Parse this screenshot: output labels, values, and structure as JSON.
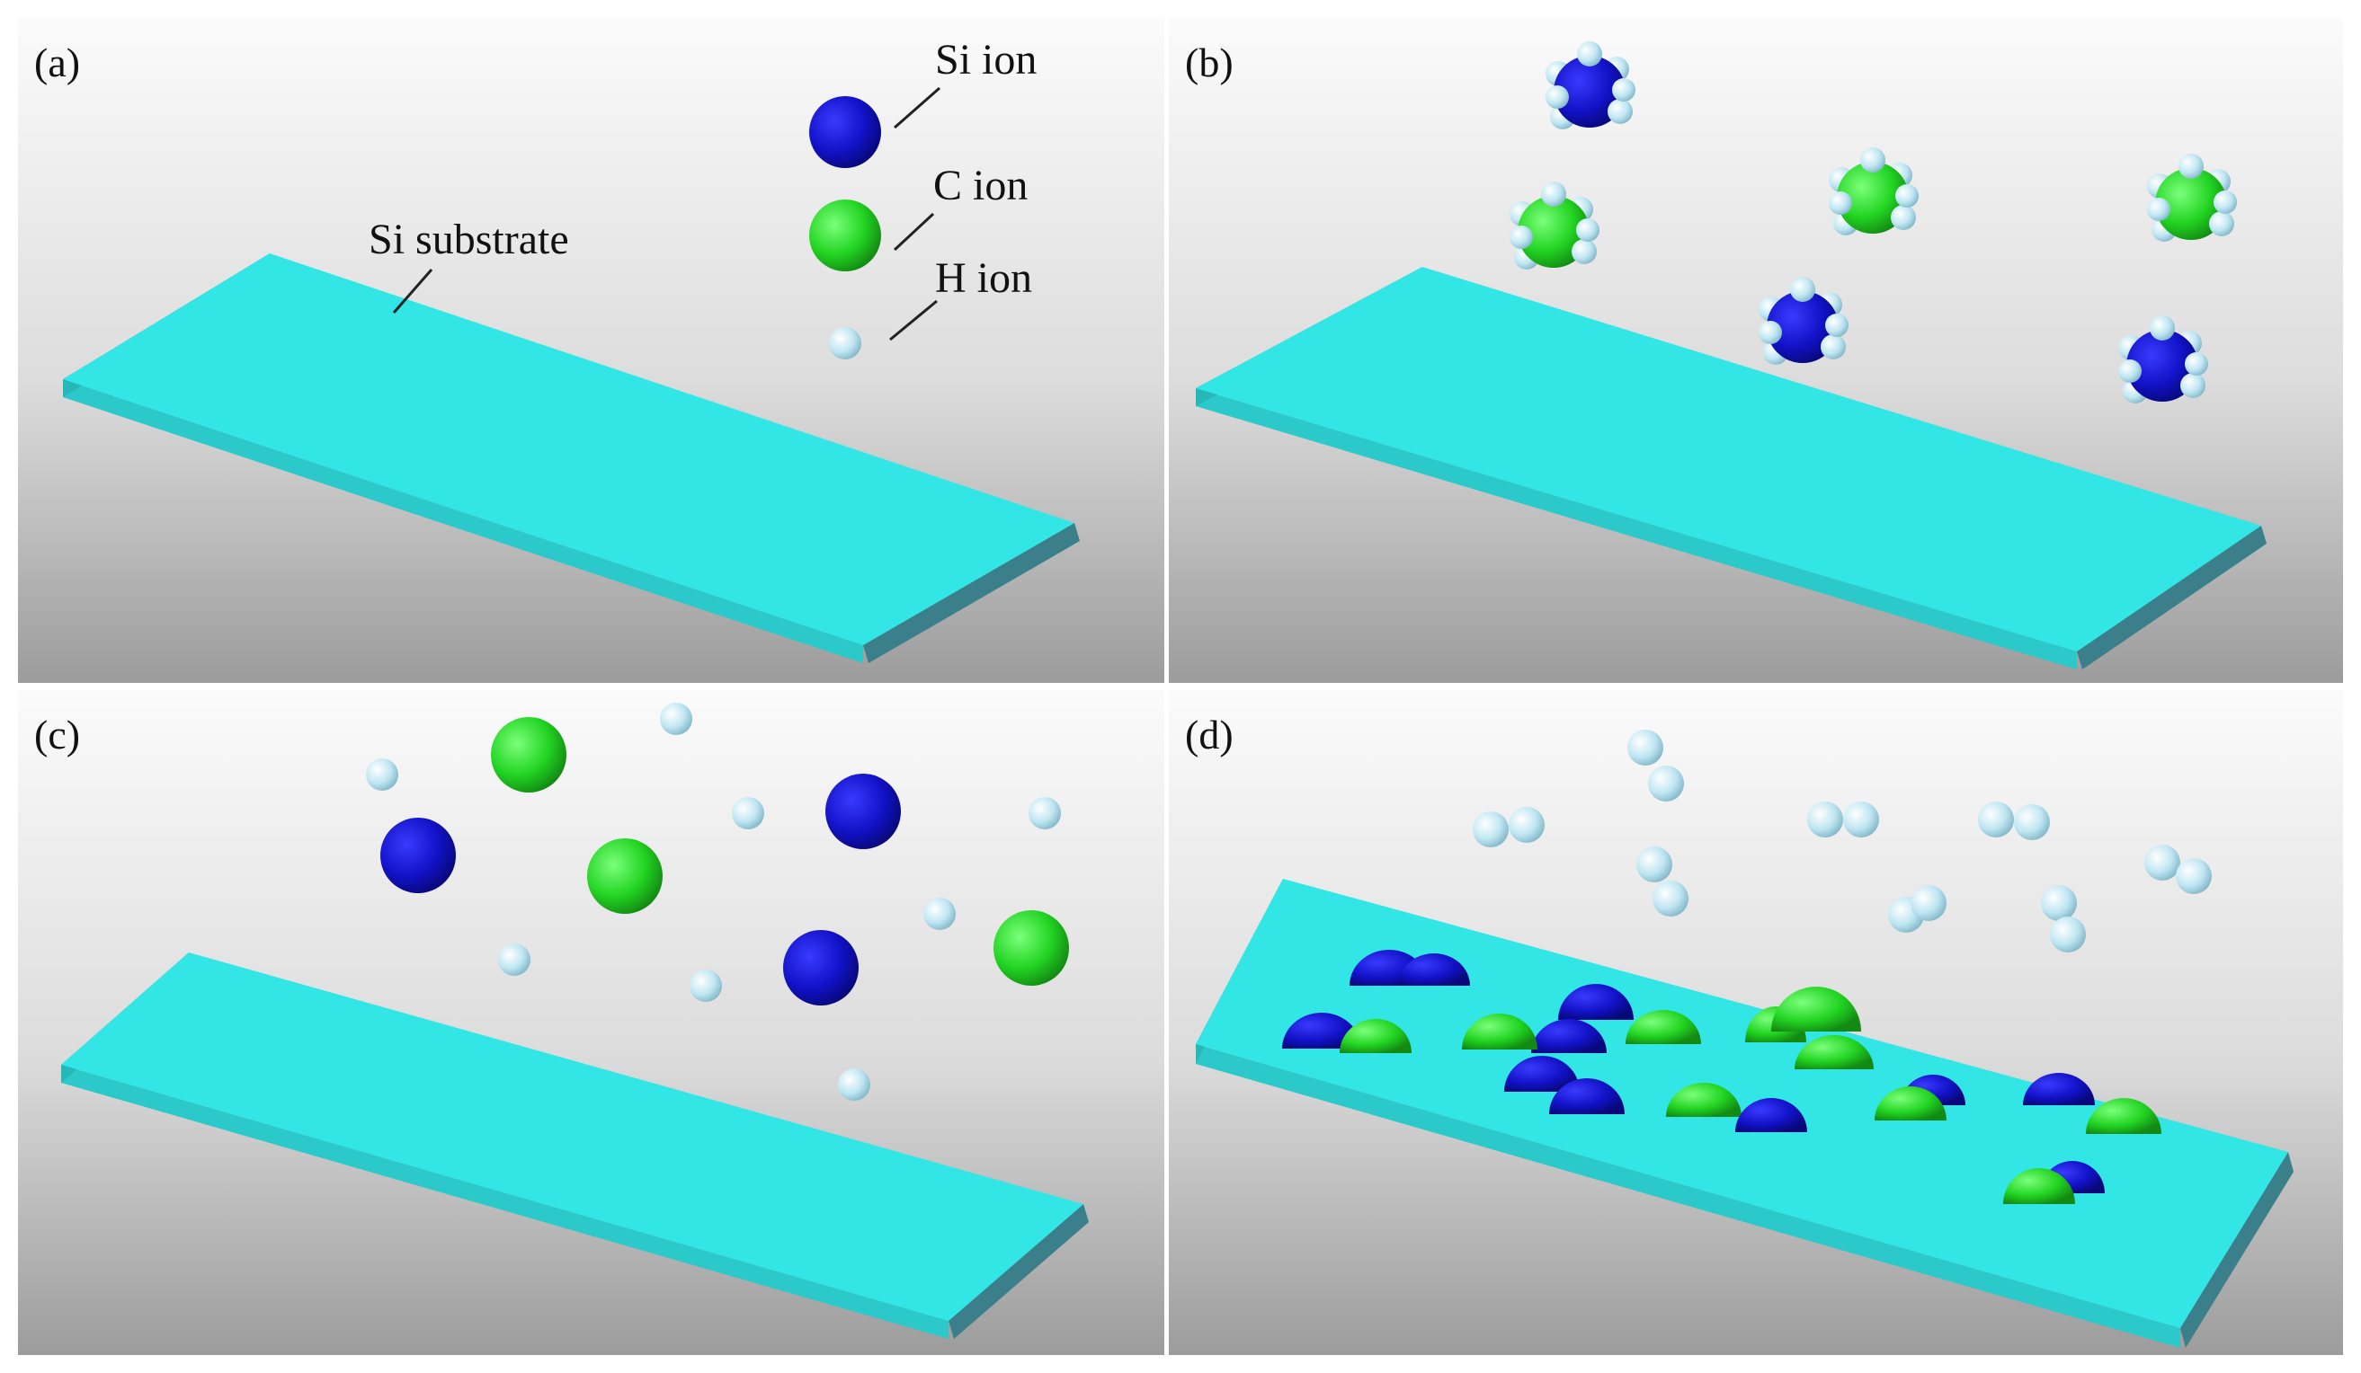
{
  "panels": [
    {
      "id": "a",
      "label": "(a)"
    },
    {
      "id": "b",
      "label": "(b)"
    },
    {
      "id": "c",
      "label": "(c)"
    },
    {
      "id": "d",
      "label": "(d)"
    }
  ],
  "legend": {
    "si_ion": "Si ion",
    "c_ion": "C ion",
    "h_ion": "H ion"
  },
  "annotations": {
    "substrate": "Si substrate"
  },
  "colors": {
    "substrate": "#33e6e6",
    "si_ion": "#1010c8",
    "c_ion": "#22d422",
    "h_ion": "#bfe6f2",
    "background_top": "#fafafa",
    "background_bottom": "#9a9a9a"
  }
}
